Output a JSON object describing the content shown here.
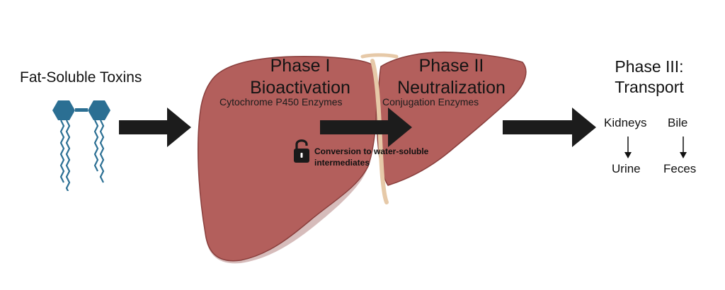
{
  "colors": {
    "liver": "#b35f5c",
    "liver_dark": "#8a3f3d",
    "ligament": "#e6c9a8",
    "molecule": "#2b6f93",
    "arrow": "#1c1c1c"
  },
  "input": {
    "title": "Fat-Soluble Toxins"
  },
  "phase1": {
    "title_line1": "Phase I",
    "title_line2": "Bioactivation",
    "subtitle": "Cytochrome P450 Enzymes"
  },
  "phase2": {
    "title_line1": "Phase II",
    "title_line2": "Neutralization",
    "subtitle": "Conjugation Enzymes"
  },
  "conversion": {
    "icon": "unlock-icon",
    "line1": "Conversion to water-soluble",
    "line2": "intermediates"
  },
  "phase3": {
    "title_line1": "Phase III:",
    "title_line2": "Transport",
    "routes": [
      {
        "source": "Kidneys",
        "output": "Urine"
      },
      {
        "source": "Bile",
        "output": "Feces"
      }
    ]
  }
}
